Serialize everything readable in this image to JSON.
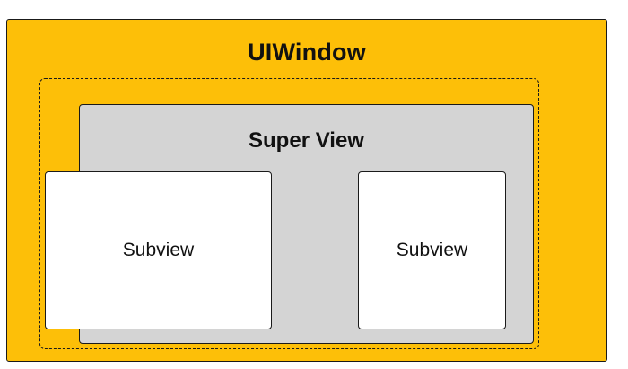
{
  "window": {
    "title": "UIWindow",
    "color": "#fdbf08"
  },
  "superview": {
    "title": "Super View",
    "color": "#d4d4d4"
  },
  "subviews": [
    {
      "label": "Subview"
    },
    {
      "label": "Subview"
    }
  ]
}
